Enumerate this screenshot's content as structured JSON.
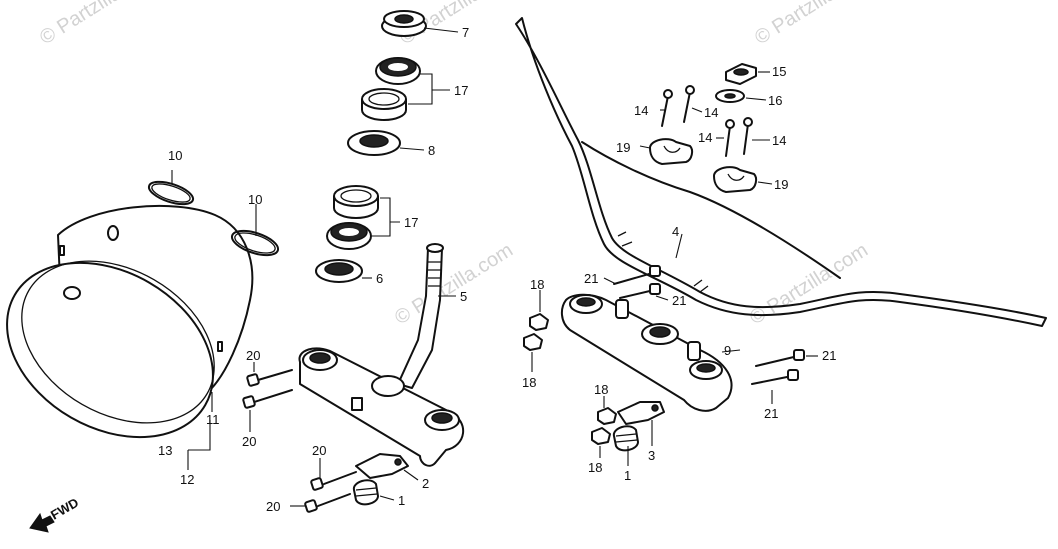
{
  "diagram": {
    "watermark_text": "© Partzilla.com",
    "direction_label": "FWD",
    "callouts": {
      "c1a": "1",
      "c1b": "1",
      "c2": "2",
      "c3": "3",
      "c4": "4",
      "c5": "5",
      "c6": "6",
      "c7": "7",
      "c8": "8",
      "c9": "9",
      "c10a": "10",
      "c10b": "10",
      "c11": "11",
      "c12": "12",
      "c13": "13",
      "c14a": "14",
      "c14b": "14",
      "c14c": "14",
      "c14d": "14",
      "c15": "15",
      "c16": "16",
      "c17a": "17",
      "c17b": "17",
      "c18a": "18",
      "c18b": "18",
      "c18c": "18",
      "c18d": "18",
      "c19a": "19",
      "c19b": "19",
      "c20a": "20",
      "c20b": "20",
      "c20c": "20",
      "c20d": "20",
      "c21a": "21",
      "c21b": "21",
      "c21c": "21",
      "c21d": "21"
    }
  }
}
